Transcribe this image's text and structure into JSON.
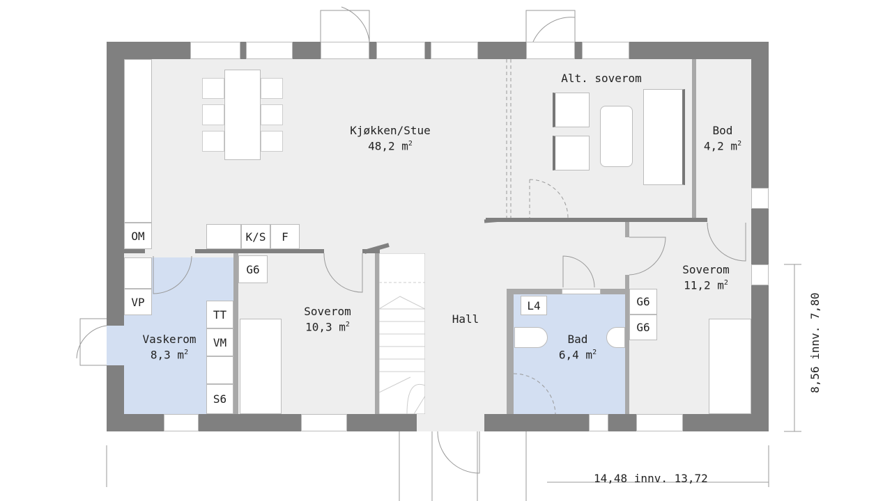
{
  "rooms": {
    "kitchen": {
      "name": "Kjøkken/Stue",
      "area": "48,2 m",
      "unit_sup": "2"
    },
    "alt_bedroom": {
      "name": "Alt. soverom"
    },
    "storage": {
      "name": "Bod",
      "area": "4,2 m",
      "unit_sup": "2"
    },
    "bedroom2": {
      "name": "Soverom",
      "area": "11,2 m",
      "unit_sup": "2"
    },
    "bedroom1": {
      "name": "Soverom",
      "area": "10,3 m",
      "unit_sup": "2"
    },
    "laundry": {
      "name": "Vaskerom",
      "area": "8,3 m",
      "unit_sup": "2"
    },
    "hall": {
      "name": "Hall"
    },
    "bath": {
      "name": "Bad",
      "area": "6,4 m",
      "unit_sup": "2"
    }
  },
  "fixtures": {
    "om": "OM",
    "ks": "K/S",
    "f": "F",
    "g6_a": "G6",
    "vp": "VP",
    "tt": "TT",
    "vm": "VM",
    "s6": "S6",
    "l4": "L4",
    "g6_b": "G6",
    "g6_c": "G6"
  },
  "dimensions": {
    "width": "14,48 innv. 13,72",
    "depth": "8,56 innv. 7,80"
  },
  "colors": {
    "wall": "#808080",
    "floor": "#eeeeee",
    "wet_room": "#d3dff2"
  }
}
